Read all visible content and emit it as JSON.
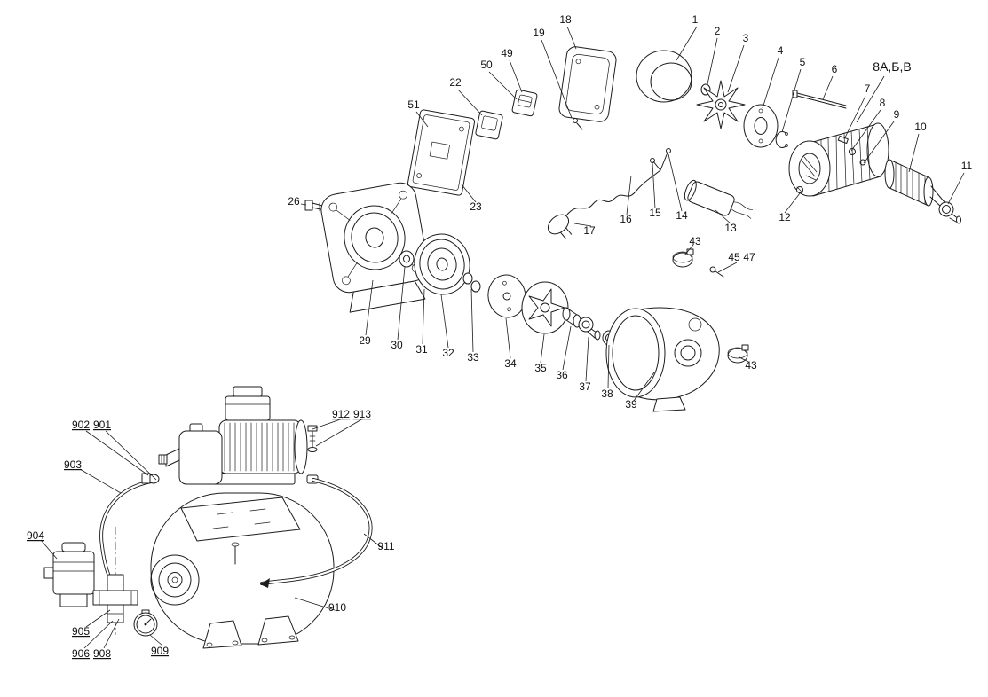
{
  "diagram": {
    "background": "#ffffff",
    "line_color": "#1c1c1c"
  },
  "callouts": {
    "n1": "1",
    "n2": "2",
    "n3": "3",
    "n4": "4",
    "n5": "5",
    "n6": "6",
    "n7": "7",
    "n8": "8",
    "n9": "9",
    "n10": "10",
    "n11": "11",
    "n12": "12",
    "n13": "13",
    "n14": "14",
    "n15": "15",
    "n16": "16",
    "n17": "17",
    "n18": "18",
    "n19": "19",
    "n22": "22",
    "n23": "23",
    "n26": "26",
    "n29": "29",
    "n30": "30",
    "n31": "31",
    "n32": "32",
    "n33": "33",
    "n34": "34",
    "n35": "35",
    "n36": "36",
    "n37": "37",
    "n38": "38",
    "n39": "39",
    "n43a": "43",
    "n43b": "43",
    "n45": "45",
    "n47": "47",
    "n49": "49",
    "n50": "50",
    "n51": "51",
    "variant": "8А,Б,В",
    "n901": "901",
    "n902": "902",
    "n903": "903",
    "n904": "904",
    "n905": "905",
    "n906": "906",
    "n908": "908",
    "n909": "909",
    "n910": "910",
    "n911": "911",
    "n912": "912",
    "n913": "913"
  }
}
